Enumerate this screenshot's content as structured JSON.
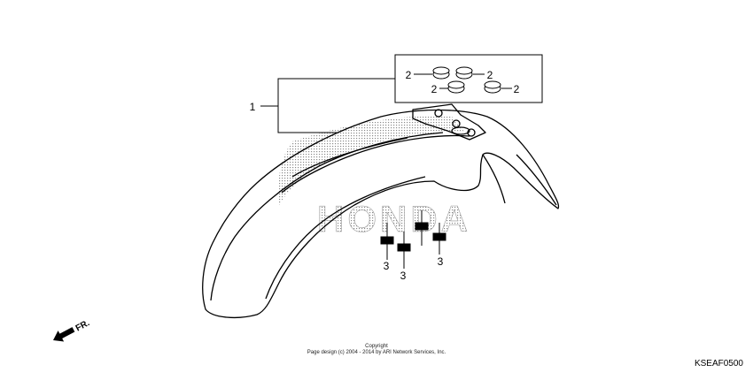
{
  "callouts": {
    "fender_assy": "1",
    "cushion_top_left": "2",
    "cushion_top_right": "2",
    "cushion_mid_left": "2",
    "cushion_right": "2",
    "bolt_left": "3",
    "bolt_center": "3",
    "bolt_right": "3"
  },
  "watermark": "HONDA",
  "direction_label": "FR.",
  "copyright": {
    "line1": "Copyright",
    "line2": "Page design (c) 2004 - 2014 by ARI Network Services, Inc."
  },
  "diagram_code": "KSEAF0500",
  "colors": {
    "line": "#000000",
    "watermark": "#9a9a9a",
    "background": "#ffffff"
  }
}
